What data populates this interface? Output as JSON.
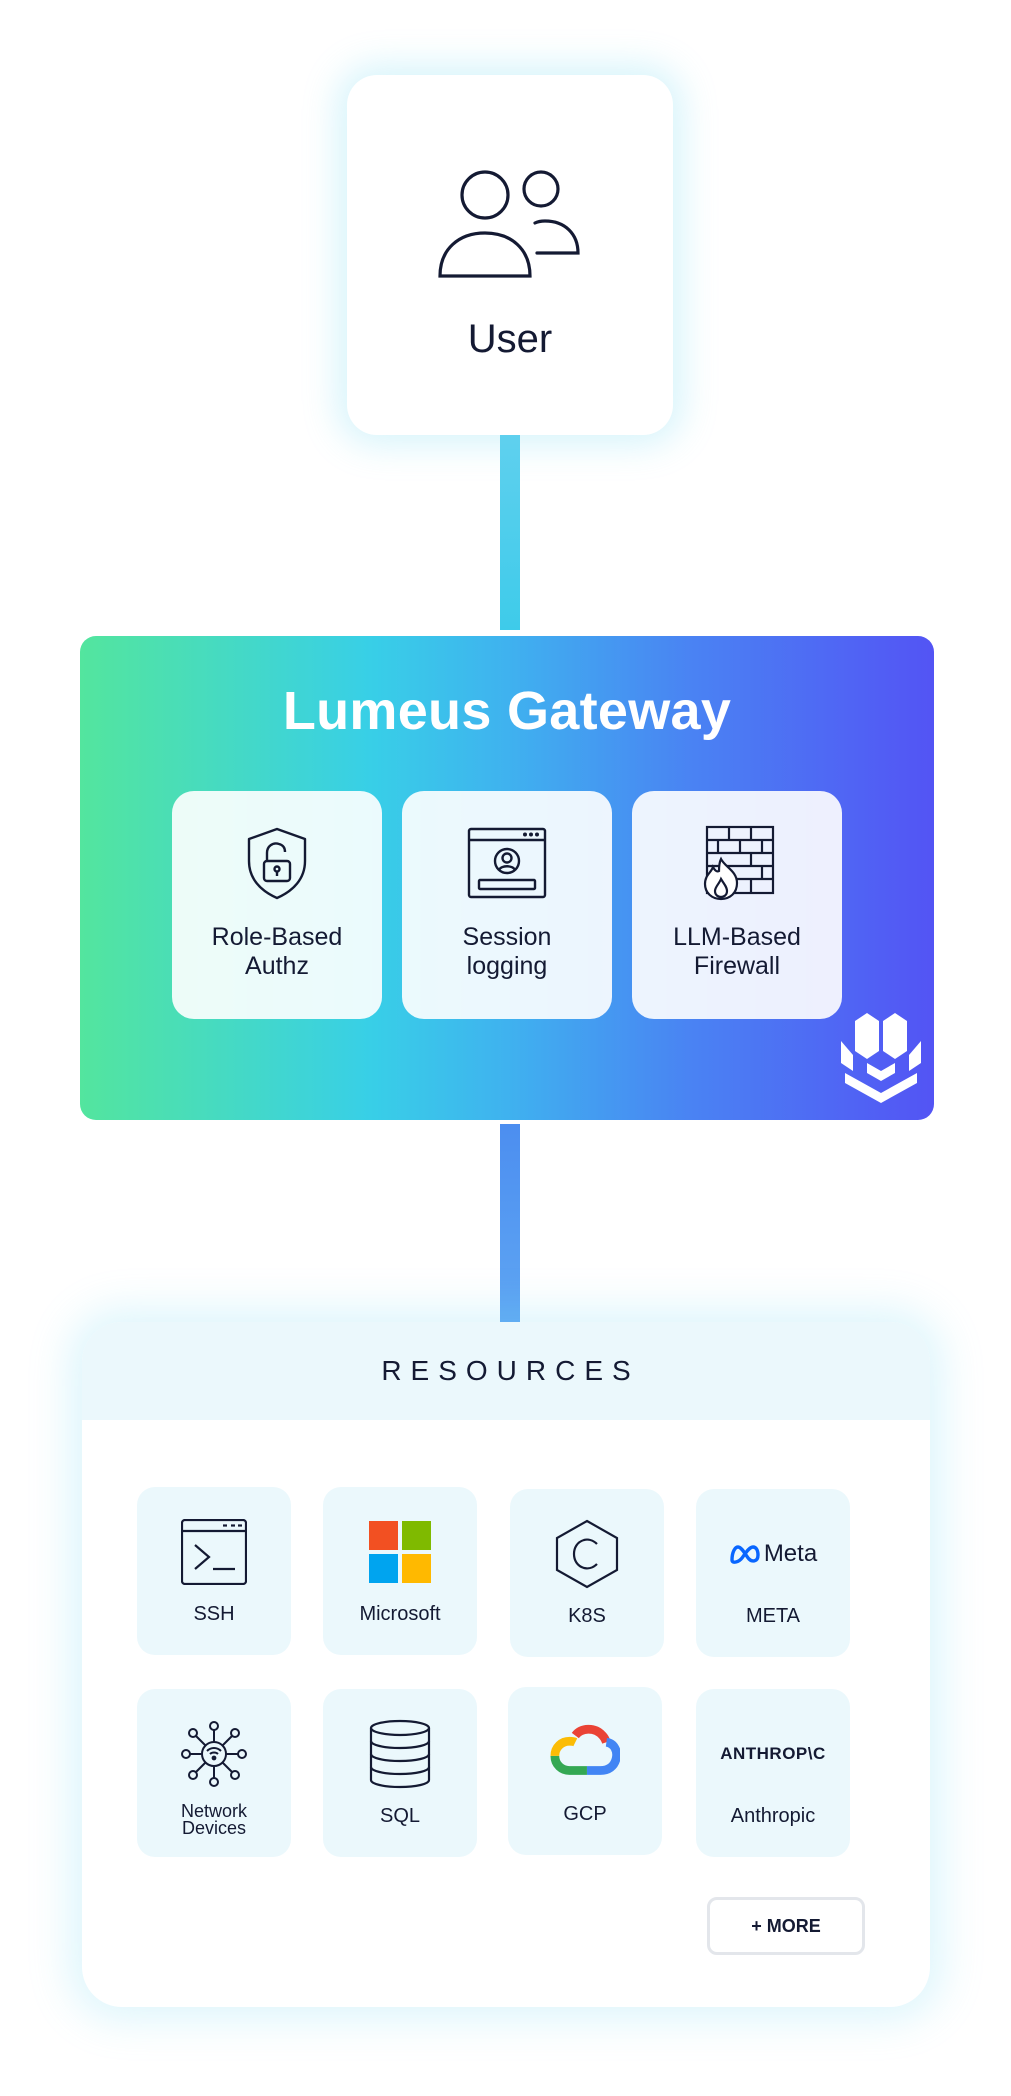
{
  "user": {
    "label": "User",
    "icon": "users-icon"
  },
  "gateway": {
    "title": "Lumeus Gateway",
    "colors": {
      "start": "#53e59e",
      "mid": "#38cfe7",
      "end": "#5354f4"
    },
    "features": [
      {
        "label_line1": "Role-Based",
        "label_line2": "Authz",
        "icon": "shield-lock-icon"
      },
      {
        "label_line1": "Session",
        "label_line2": "logging",
        "icon": "browser-user-icon"
      },
      {
        "label_line1": "LLM-Based",
        "label_line2": "Firewall",
        "icon": "firewall-icon"
      }
    ],
    "logo": "lumeus-logo"
  },
  "resources": {
    "title": "RESOURCES",
    "items": [
      {
        "label": "SSH",
        "icon": "terminal-icon"
      },
      {
        "label": "Microsoft",
        "icon": "microsoft-logo"
      },
      {
        "label": "K8S",
        "icon": "kubernetes-icon"
      },
      {
        "label": "META",
        "icon": "meta-logo",
        "logo_text": "Meta"
      },
      {
        "label_line1": "Network",
        "label_line2": "Devices",
        "icon": "network-devices-icon"
      },
      {
        "label": "SQL",
        "icon": "database-icon"
      },
      {
        "label": "GCP",
        "icon": "gcp-cloud-icon"
      },
      {
        "label": "Anthropic",
        "icon": "anthropic-logo",
        "logo_text": "ANTHROP\\C"
      }
    ],
    "more_label": "+ MORE"
  }
}
